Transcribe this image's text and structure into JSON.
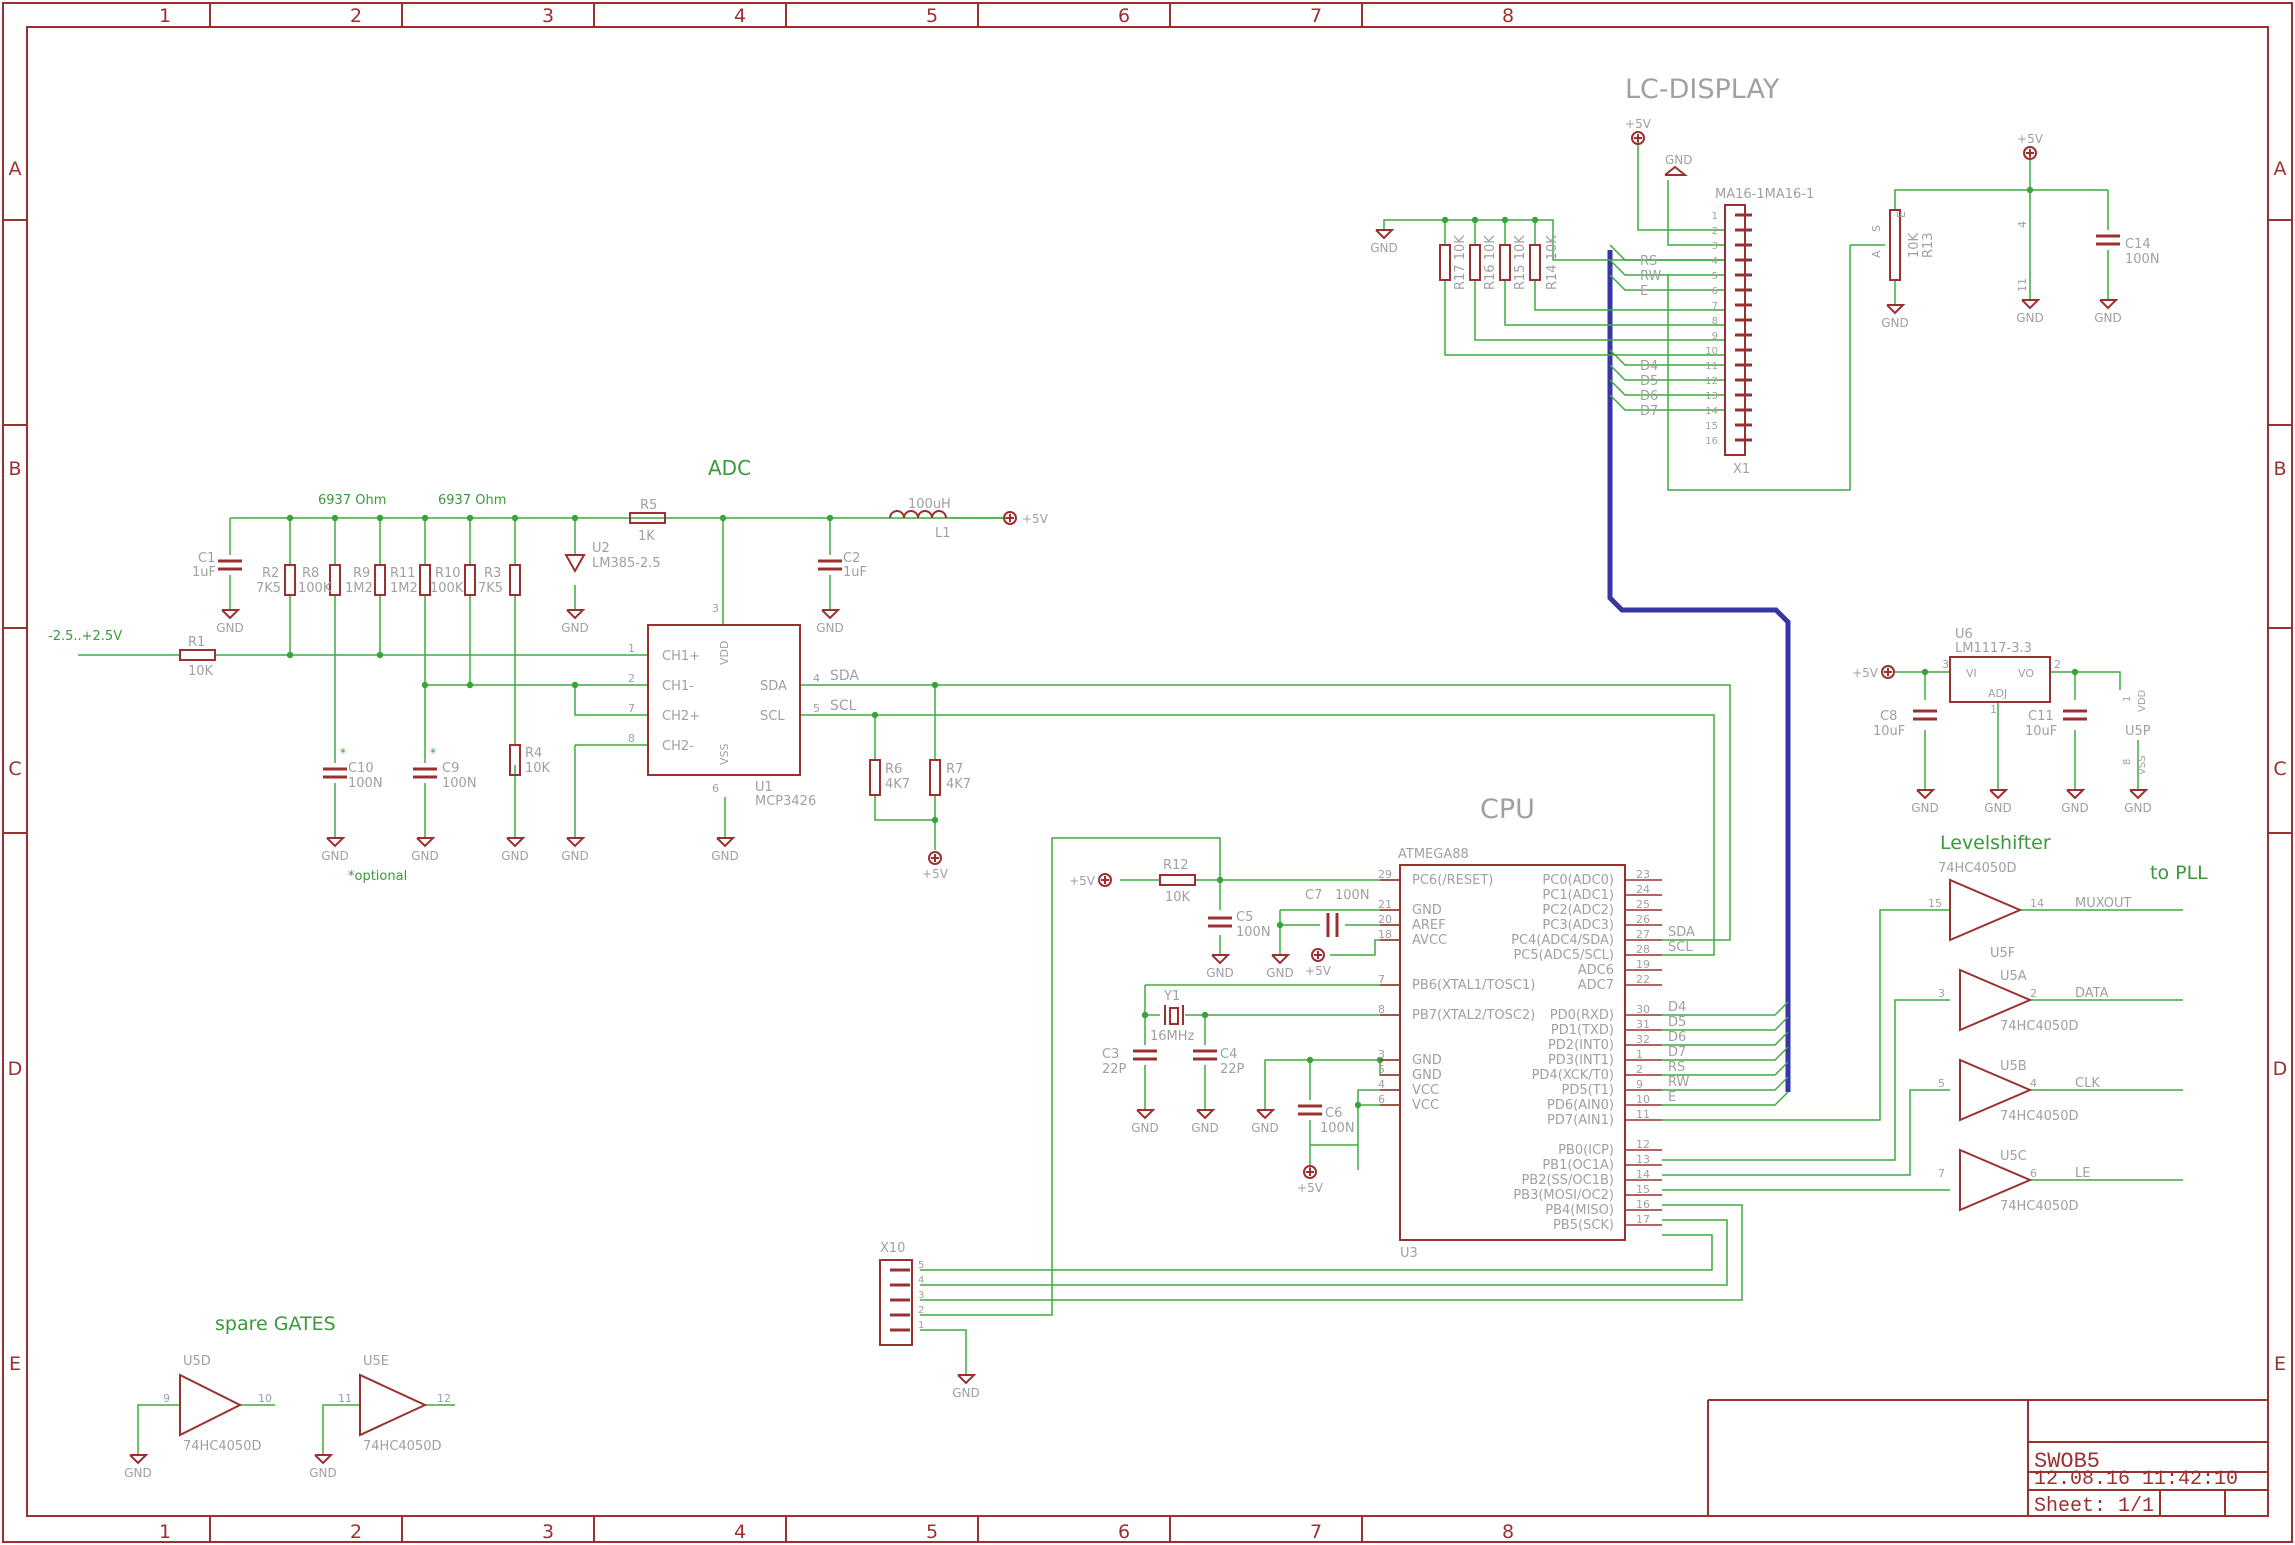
{
  "colors": {
    "wire": "#3faa3f",
    "symbol": "#9a3030",
    "label": "#a0a0a0",
    "frame": "#9a3030",
    "heading": "#3a9a3a",
    "heading_gray": "#a0a0a0",
    "bus": "#3636a6",
    "junction": "#3aa33a"
  },
  "frame": {
    "columns": [
      "1",
      "2",
      "3",
      "4",
      "5",
      "6",
      "7",
      "8"
    ],
    "rows": [
      "A",
      "B",
      "C",
      "D",
      "E"
    ]
  },
  "title_block": {
    "name": "SWOB5",
    "date": "12.08.16 11:42:10",
    "sheet": "Sheet: 1/1"
  },
  "headings": {
    "lcd": "LC-DISPLAY",
    "adc": "ADC",
    "cpu": "CPU",
    "levelshifter": "Levelshifter",
    "to_pll": "to PLL",
    "spare": "spare GATES"
  },
  "notes": {
    "r_adc_a": "6937 Ohm",
    "r_adc_b": "6937 Ohm",
    "input_range": "-2.5..+2.5V",
    "optional": "*optional",
    "star": "*"
  },
  "power": {
    "p5v": "+5V",
    "gnd": "GND"
  },
  "lcd": {
    "part": "MA16-1MA16-1",
    "ref": "X1",
    "pins": [
      "1",
      "2",
      "3",
      "4",
      "5",
      "6",
      "7",
      "8",
      "9",
      "10",
      "11",
      "12",
      "13",
      "14",
      "15",
      "16"
    ],
    "signals": [
      "RS",
      "RW",
      "E",
      "D4",
      "D5",
      "D6",
      "D7"
    ],
    "resistors": [
      {
        "ref": "R17",
        "val": "10K"
      },
      {
        "ref": "R16",
        "val": "10K"
      },
      {
        "ref": "R15",
        "val": "10K"
      },
      {
        "ref": "R14",
        "val": "10K"
      }
    ],
    "pot": {
      "ref": "R13",
      "val": "10K",
      "pins": [
        "S",
        "E",
        "A"
      ]
    },
    "c14": {
      "ref": "C14",
      "val": "100N"
    },
    "u5p_pins": [
      "4",
      "11"
    ]
  },
  "adc": {
    "u1": {
      "ref": "U1",
      "part": "MCP3426",
      "pins_left": [
        "CH1+",
        "CH1-",
        "CH2+",
        "CH2-"
      ],
      "pin_nums_left": [
        "1",
        "2",
        "7",
        "8"
      ],
      "pins_right": [
        "SDA",
        "SCL"
      ],
      "pin_nums_right": [
        "4",
        "5"
      ],
      "vdd": "VDD",
      "vss": "VSS",
      "vdd_num": "3",
      "vss_num": "6"
    },
    "r1": {
      "ref": "R1",
      "val": "10K"
    },
    "r2": {
      "ref": "R2",
      "val": "7K5"
    },
    "r8": {
      "ref": "R8",
      "val": "100K"
    },
    "r9": {
      "ref": "R9",
      "val": "1M2"
    },
    "r11": {
      "ref": "R11",
      "val": "1M2"
    },
    "r10": {
      "ref": "R10",
      "val": "100K"
    },
    "r3": {
      "ref": "R3",
      "val": "7K5"
    },
    "r4": {
      "ref": "R4",
      "val": "10K"
    },
    "r5": {
      "ref": "R5",
      "val": "1K"
    },
    "r6": {
      "ref": "R6",
      "val": "4K7"
    },
    "r7": {
      "ref": "R7",
      "val": "4K7"
    },
    "c1": {
      "ref": "C1",
      "val": "1uF"
    },
    "c2": {
      "ref": "C2",
      "val": "1uF"
    },
    "c9": {
      "ref": "C9",
      "val": "100N"
    },
    "c10": {
      "ref": "C10",
      "val": "100N"
    },
    "u2": {
      "ref": "U2",
      "part": "LM385-2.5"
    },
    "l1": {
      "ref": "L1",
      "val": "100uH"
    },
    "sda": "SDA",
    "scl": "SCL"
  },
  "cpu": {
    "ref": "U3",
    "part": "ATMEGA88",
    "left_pins": [
      {
        "num": "29",
        "name": "PC6(/RESET)"
      },
      {
        "num": "21",
        "name": "GND"
      },
      {
        "num": "20",
        "name": "AREF"
      },
      {
        "num": "18",
        "name": "AVCC"
      },
      {
        "num": "7",
        "name": "PB6(XTAL1/TOSC1)"
      },
      {
        "num": "8",
        "name": "PB7(XTAL2/TOSC2)"
      },
      {
        "num": "3",
        "name": "GND"
      },
      {
        "num": "5",
        "name": "GND"
      },
      {
        "num": "4",
        "name": "VCC"
      },
      {
        "num": "6",
        "name": "VCC"
      }
    ],
    "right_pins": [
      {
        "num": "23",
        "name": "PC0(ADC0)"
      },
      {
        "num": "24",
        "name": "PC1(ADC1)"
      },
      {
        "num": "25",
        "name": "PC2(ADC2)"
      },
      {
        "num": "26",
        "name": "PC3(ADC3)"
      },
      {
        "num": "27",
        "name": "PC4(ADC4/SDA)"
      },
      {
        "num": "28",
        "name": "PC5(ADC5/SCL)"
      },
      {
        "num": "19",
        "name": "ADC6"
      },
      {
        "num": "22",
        "name": "ADC7"
      },
      {
        "num": "30",
        "name": "PD0(RXD)"
      },
      {
        "num": "31",
        "name": "PD1(TXD)"
      },
      {
        "num": "32",
        "name": "PD2(INT0)"
      },
      {
        "num": "1",
        "name": "PD3(INT1)"
      },
      {
        "num": "2",
        "name": "PD4(XCK/T0)"
      },
      {
        "num": "9",
        "name": "PD5(T1)"
      },
      {
        "num": "10",
        "name": "PD6(AIN0)"
      },
      {
        "num": "11",
        "name": "PD7(AIN1)"
      },
      {
        "num": "12",
        "name": "PB0(ICP)"
      },
      {
        "num": "13",
        "name": "PB1(OC1A)"
      },
      {
        "num": "14",
        "name": "PB2(SS/OC1B)"
      },
      {
        "num": "15",
        "name": "PB3(MOSI/OC2)"
      },
      {
        "num": "16",
        "name": "PB4(MISO)"
      },
      {
        "num": "17",
        "name": "PB5(SCK)"
      }
    ],
    "net_labels": [
      "SDA",
      "SCL",
      "D4",
      "D5",
      "D6",
      "D7",
      "RS",
      "RW",
      "E"
    ],
    "r12": {
      "ref": "R12",
      "val": "10K"
    },
    "c5": {
      "ref": "C5",
      "val": "100N"
    },
    "c7": {
      "ref": "C7",
      "val": "100N"
    },
    "c3": {
      "ref": "C3",
      "val": "22P"
    },
    "c4": {
      "ref": "C4",
      "val": "22P"
    },
    "c6": {
      "ref": "C6",
      "val": "100N"
    },
    "y1": {
      "ref": "Y1",
      "val": "16MHz"
    }
  },
  "levelshifter": {
    "part": "74HC4050D",
    "buffers": [
      {
        "ref": "U5F",
        "in": "15",
        "out": "14",
        "net": "MUXOUT"
      },
      {
        "ref": "U5A",
        "in": "3",
        "out": "2",
        "net": "DATA"
      },
      {
        "ref": "U5B",
        "in": "5",
        "out": "4",
        "net": "CLK"
      },
      {
        "ref": "U5C",
        "in": "7",
        "out": "6",
        "net": "LE"
      }
    ]
  },
  "regulator": {
    "ref": "U6",
    "part": "LM1117-3.3",
    "vi": "VI",
    "vo": "VO",
    "adj": "ADJ",
    "pins": [
      "3",
      "2",
      "1"
    ],
    "c8": {
      "ref": "C8",
      "val": "10uF"
    },
    "c11": {
      "ref": "C11",
      "val": "10uF"
    },
    "u5p": {
      "ref": "U5P",
      "vdd": "VDD",
      "vss": "VSS",
      "pins": [
        "1",
        "8"
      ]
    }
  },
  "isp": {
    "ref": "X10",
    "pins": [
      "5",
      "4",
      "3",
      "2",
      "1"
    ]
  },
  "spare": {
    "part": "74HC4050D",
    "gates": [
      {
        "ref": "U5D",
        "in": "9",
        "out": "10"
      },
      {
        "ref": "U5E",
        "in": "11",
        "out": "12"
      }
    ]
  }
}
